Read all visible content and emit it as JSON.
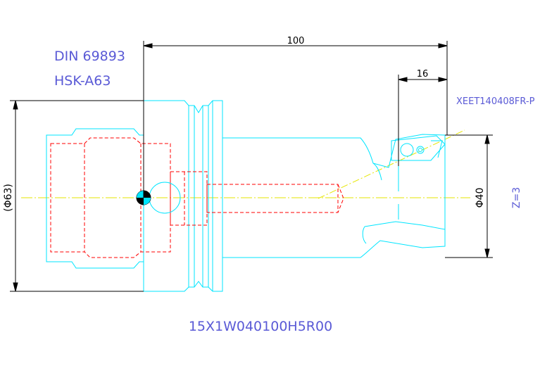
{
  "standard": {
    "din": "DIN 69893",
    "interface": "HSK-A63"
  },
  "dimensions": {
    "overall_length": "100",
    "insert_offset": "16",
    "shank_diameter": "(Φ63)",
    "cutting_diameter": "Φ40"
  },
  "insert_label": "XEET140408FR-P",
  "teeth": "Z=3",
  "part_number": "15X1W040100H5R00",
  "colors": {
    "outline": "#00e5ff",
    "hidden": "#ff0000",
    "centerline": "#e6e600",
    "dimension": "#000000",
    "annotation": "#5a5ad6",
    "background": "#ffffff"
  }
}
